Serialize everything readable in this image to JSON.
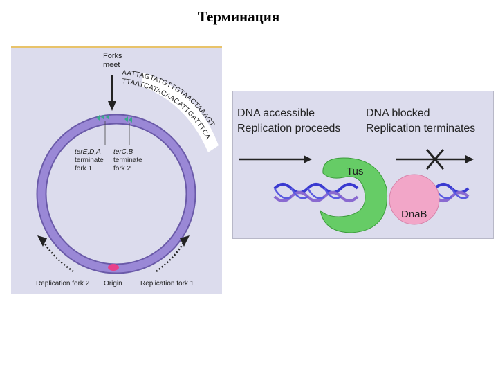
{
  "title": "Терминация",
  "left_diagram": {
    "forks_meet_line1": "Forks",
    "forks_meet_line2": "meet",
    "sequence_top": "AATTAGTATGTTGTAACTAAAGT",
    "sequence_bottom": "TTAATCATACAACATTGATTTCA",
    "ter_ed": {
      "name": "terE,D,A",
      "line2": "terminate",
      "line3": "fork 1"
    },
    "ter_cb": {
      "name": "terC,B",
      "line2": "terminate",
      "line3": "fork 2"
    },
    "label_fork2": "Replication fork 2",
    "label_origin": "Origin",
    "label_fork1": "Replication fork 1",
    "colors": {
      "ring": "#9a88d6",
      "ring_edge": "#6a5aa8",
      "origin": "#e8408a",
      "ter_site": "#3aa88a"
    }
  },
  "right_diagram": {
    "accessible_line1": "DNA accessible",
    "accessible_line2": "Replication proceeds",
    "blocked_line1": "DNA blocked",
    "blocked_line2": "Replication terminates",
    "tus_label": "Tus",
    "dnab_label": "DnaB",
    "colors": {
      "tus": "#66cc66",
      "dnab": "#f2a6c8",
      "helix_blue": "#3a3ad0",
      "helix_purple": "#8a6ad0"
    }
  }
}
